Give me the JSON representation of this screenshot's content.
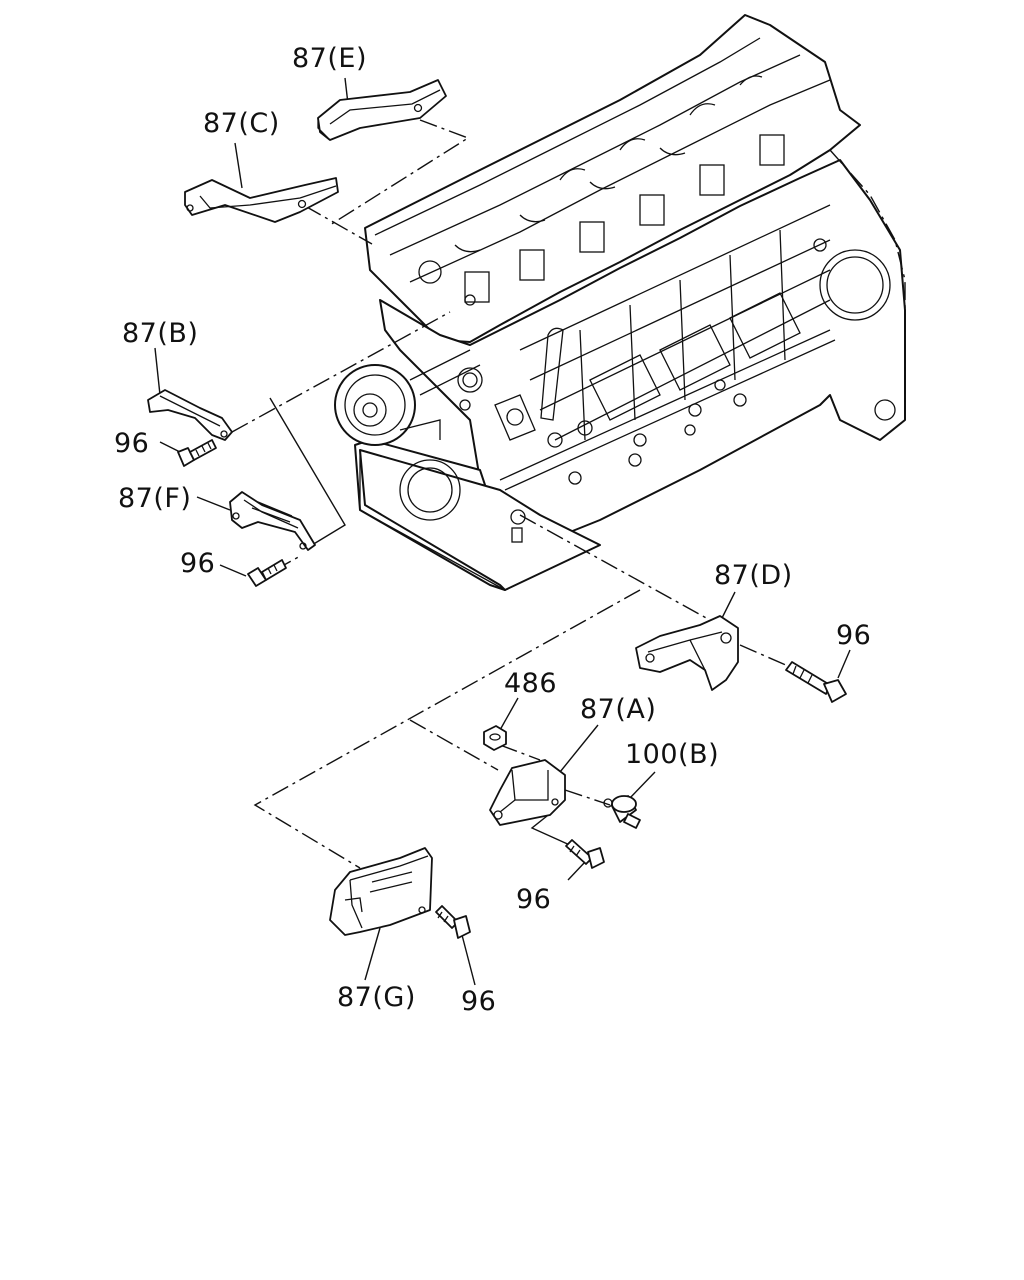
{
  "diagram": {
    "labels": {
      "l87E": "87(E)",
      "l87C": "87(C)",
      "l87B": "87(B)",
      "l96_b": "96",
      "l87F": "87(F)",
      "l96_f": "96",
      "l87D": "87(D)",
      "l96_d": "96",
      "l486": "486",
      "l87A": "87(A)",
      "l100B": "100(B)",
      "l96_a": "96",
      "l87G": "87(G)",
      "l96_g": "96"
    }
  }
}
